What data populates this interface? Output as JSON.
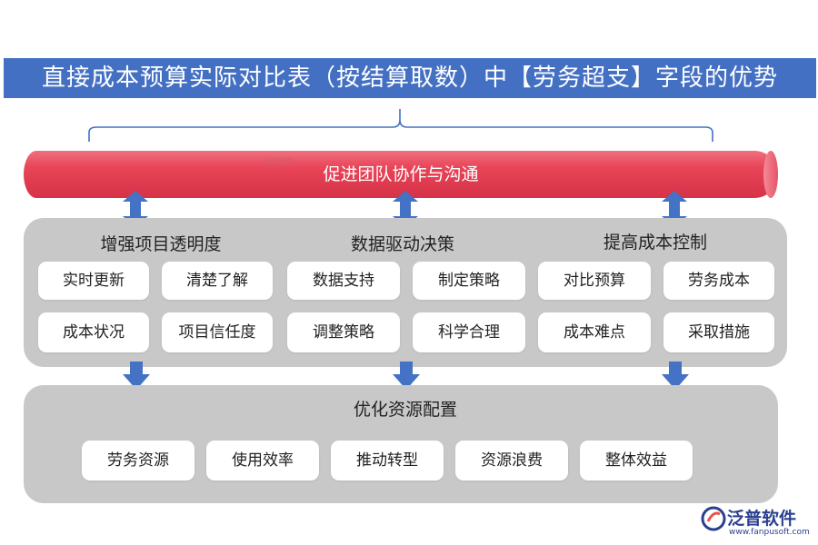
{
  "title": "直接成本预算实际对比表（按结算取数）中【劳务超支】字段的优势",
  "banner": {
    "label": "促进团队协作与沟通",
    "watermark": "泛普软件"
  },
  "groups": [
    {
      "title": "增强项目透明度",
      "items": [
        "实时更新",
        "清楚了解",
        "成本状况",
        "项目信任度"
      ]
    },
    {
      "title": "数据驱动决策",
      "items": [
        "数据支持",
        "制定策略",
        "调整策略",
        "科学合理"
      ]
    },
    {
      "title": "提高成本控制",
      "items": [
        "对比预算",
        "劳务成本",
        "成本难点",
        "采取措施"
      ]
    }
  ],
  "bottom": {
    "title": "优化资源配置",
    "items": [
      "劳务资源",
      "使用效率",
      "推动转型",
      "资源浪费",
      "整体效益"
    ]
  },
  "logo": {
    "name": "泛普软件",
    "url": "www.fanpusoft.com"
  },
  "colors": {
    "title_bg": "#4470c4",
    "banner": "#e84558",
    "arrow": "#4472c4",
    "panel": "#c8c8c8",
    "brace": "#4470c4"
  },
  "icons": [
    "double-arrow-icon",
    "down-arrow-icon",
    "brace-icon",
    "logo-icon"
  ]
}
